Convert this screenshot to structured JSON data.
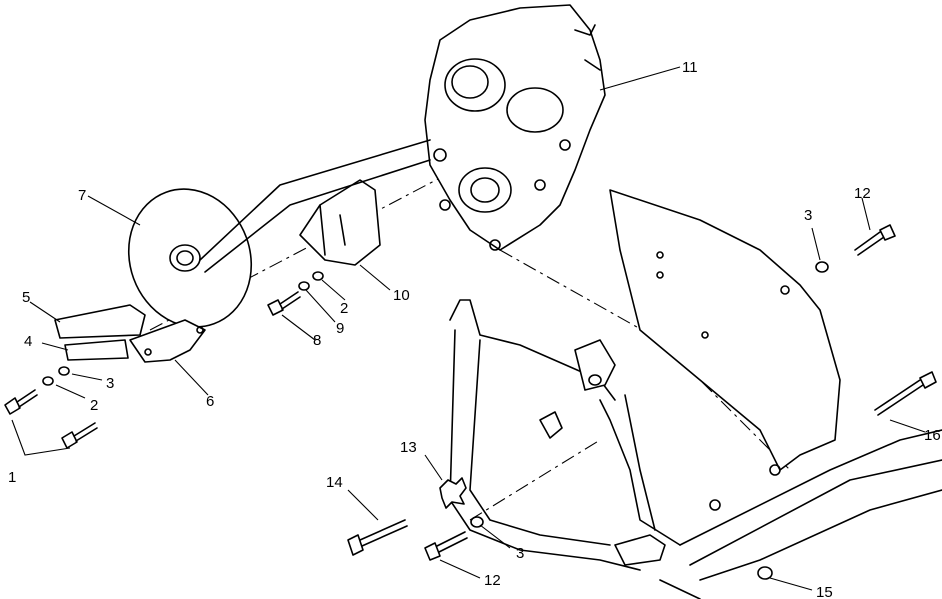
{
  "callouts": [
    {
      "id": "c1",
      "label": "1"
    },
    {
      "id": "c2a",
      "label": "2"
    },
    {
      "id": "c2b",
      "label": "2"
    },
    {
      "id": "c3a",
      "label": "3"
    },
    {
      "id": "c3b",
      "label": "3"
    },
    {
      "id": "c3c",
      "label": "3"
    },
    {
      "id": "c4",
      "label": "4"
    },
    {
      "id": "c5",
      "label": "5"
    },
    {
      "id": "c6",
      "label": "6"
    },
    {
      "id": "c7",
      "label": "7"
    },
    {
      "id": "c8",
      "label": "8"
    },
    {
      "id": "c9",
      "label": "9"
    },
    {
      "id": "c10",
      "label": "10"
    },
    {
      "id": "c11",
      "label": "11"
    },
    {
      "id": "c12a",
      "label": "12"
    },
    {
      "id": "c12b",
      "label": "12"
    },
    {
      "id": "c13",
      "label": "13"
    },
    {
      "id": "c14",
      "label": "14"
    },
    {
      "id": "c15",
      "label": "15"
    },
    {
      "id": "c16",
      "label": "16"
    }
  ]
}
